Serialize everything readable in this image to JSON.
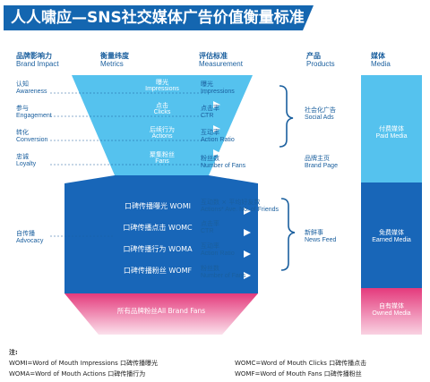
{
  "title": "人人啸应—SNS社交媒体广告价值衡量标准",
  "headers": {
    "brand_impact": {
      "zh": "品牌影响力",
      "en": "Brand Impact"
    },
    "metrics": {
      "zh": "衡量纬度",
      "en": "Metrics"
    },
    "measurement": {
      "zh": "评估标准",
      "en": "Measurement"
    },
    "products": {
      "zh": "产品",
      "en": "Products"
    },
    "media": {
      "zh": "媒体",
      "en": "Media"
    }
  },
  "brand_impacts": [
    {
      "zh": "认知",
      "en": "Awareness"
    },
    {
      "zh": "参与",
      "en": "Engagement"
    },
    {
      "zh": "转化",
      "en": "Conversion"
    },
    {
      "zh": "忠诚",
      "en": "Loyalty"
    },
    {
      "zh": "自传播",
      "en": "Advocacy"
    }
  ],
  "metrics_upper": [
    {
      "zh": "曝光",
      "en": "Impressions"
    },
    {
      "zh": "点击",
      "en": "Clicks"
    },
    {
      "zh": "后续行为",
      "en": "Actions"
    },
    {
      "zh": "聚集粉丝",
      "en": "Fans"
    }
  ],
  "metrics_wom": [
    "口碑传播曝光 WOMI",
    "口碑传播点击 WOMC",
    "口碑传播行为 WOMA",
    "口碑传播粉丝 WOMF"
  ],
  "all_fans": "所有品牌粉丝All Brand Fans",
  "measurements": [
    {
      "zh": "曝光",
      "en": "Impressions"
    },
    {
      "zh": "点击率",
      "en": "CTR"
    },
    {
      "zh": "互动率",
      "en": "Action Ratio"
    },
    {
      "zh": "粉丝数",
      "en": "Number of Fans"
    },
    {
      "zh": "互动数 × 平均好友数",
      "en": "Actions* Ave. No. of Friends"
    },
    {
      "zh": "点击率",
      "en": "CTR"
    },
    {
      "zh": "互动率",
      "en": "Action Ratio"
    },
    {
      "zh": "粉丝数",
      "en": "Number of Fans"
    }
  ],
  "products": [
    {
      "zh": "社会化广告",
      "en": "Social Ads"
    },
    {
      "zh": "品牌主页",
      "en": "Brand Page"
    },
    {
      "zh": "新鲜事",
      "en": "News Feed"
    }
  ],
  "media": [
    {
      "zh": "付费媒体",
      "en": "Paid Media",
      "color": "#55c2ee"
    },
    {
      "zh": "免费媒体",
      "en": "Earned Media",
      "color": "#1866b8"
    },
    {
      "zh": "自有媒体",
      "en": "Owned Media",
      "color": "#e43a7c"
    }
  ],
  "notes": {
    "label": "注:",
    "lines": [
      [
        "WOMI=Word of Mouth Impressions  口碑传播曝光",
        "WOMC=Word of Mouth Clicks 口碑传播点击"
      ],
      [
        "WOMA=Word of Mouth Actions 口碑传播行为",
        "WOMF=Word of Mouth Fans  口碑传播粉丝"
      ]
    ]
  },
  "colors": {
    "title_bg": "#1466b0",
    "light": "#55c2ee",
    "dark": "#1866b8",
    "pink": "#e43a7c",
    "text": "#1a5f9e"
  }
}
